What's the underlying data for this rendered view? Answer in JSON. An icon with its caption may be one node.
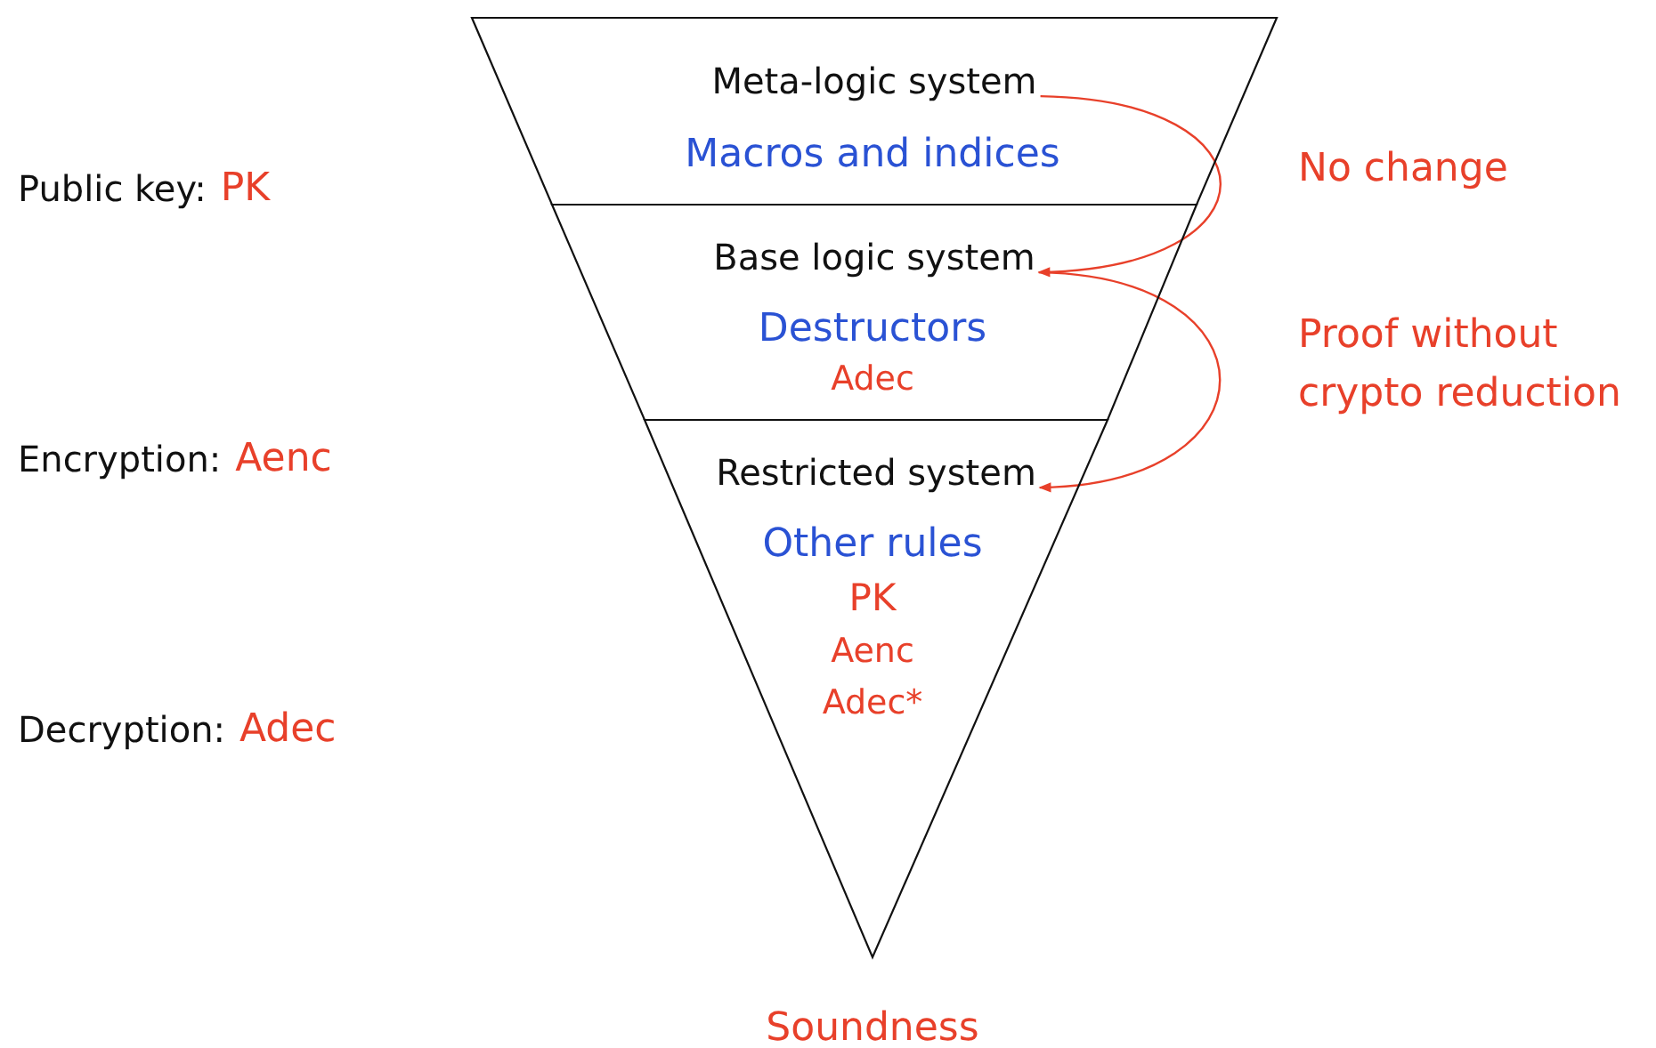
{
  "diagram": {
    "nodes": [
      {
        "text": [
          "Macros and indices"
        ]
      },
      {
        "text": [
          "Meta-logic system"
        ],
        "in": 0
      },
      {
        "text": [
          "Destructors",
          "Adec"
        ]
      },
      {
        "text": [
          "Base logic system"
        ],
        "in": 2
      },
      {
        "text": [
          "Other rules",
          "PK",
          "Aenc",
          "Adec*"
        ]
      },
      {
        "text": [
          "Restricted system"
        ],
        "in": 4
      }
    ],
    "edges": [
      {
        "from": 1,
        "to": 3,
        "arrow": "to",
        "label": "No change",
        "color": "#e8402a"
      },
      {
        "from": 3,
        "to": 5,
        "arrow": "to",
        "label": "Proof without crypto reduction",
        "color": "#e8402a"
      }
    ],
    "labels": [
      "Public key:",
      "PK",
      "Encryption:",
      "Aenc",
      "Decryption:",
      "Adec",
      "Soundness"
    ]
  }
}
